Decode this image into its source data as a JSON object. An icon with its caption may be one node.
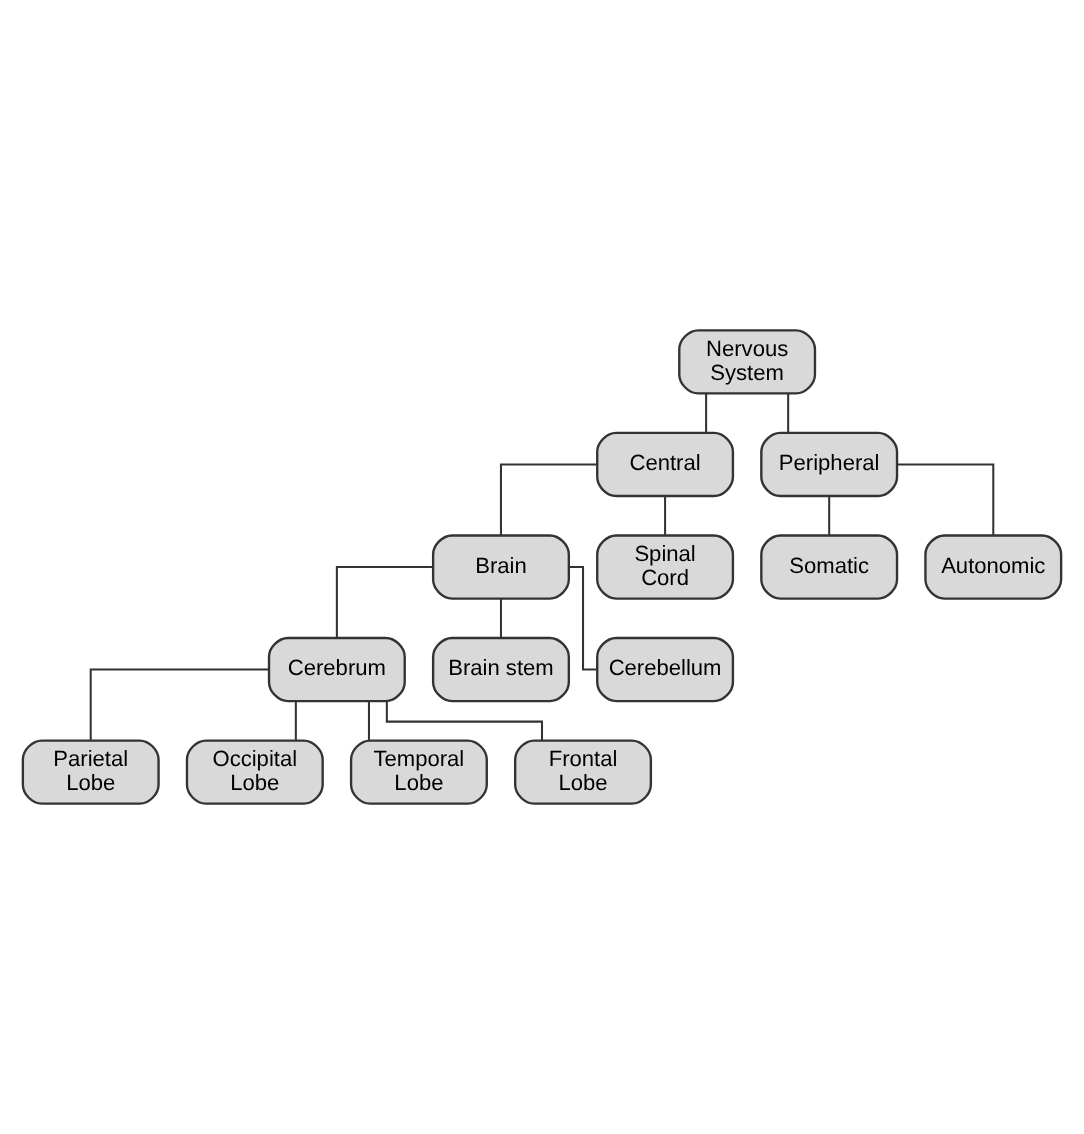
{
  "diagram": {
    "nodes": [
      {
        "text": [
          "Nervous System"
        ]
      },
      {
        "text": [
          "Central"
        ]
      },
      {
        "text": [
          "Peripheral"
        ]
      },
      {
        "text": [
          "Brain"
        ]
      },
      {
        "text": [
          "Spinal Cord"
        ]
      },
      {
        "text": [
          "Somatic"
        ]
      },
      {
        "text": [
          "Autonomic"
        ]
      },
      {
        "text": [
          "Cerebrum"
        ]
      },
      {
        "text": [
          "Parietal Lobe"
        ]
      },
      {
        "text": [
          "Occipital Lobe"
        ]
      },
      {
        "text": [
          "Temporal Lobe"
        ]
      },
      {
        "text": [
          "Frontal Lobe"
        ]
      },
      {
        "text": [
          "Brain stem"
        ]
      },
      {
        "text": [
          "Cerebellum"
        ]
      }
    ],
    "edges": [
      {
        "from": 0,
        "to": 1,
        "arrow": "none"
      },
      {
        "from": 0,
        "to": 2,
        "arrow": "none"
      },
      {
        "from": 1,
        "to": 3,
        "arrow": "none"
      },
      {
        "from": 1,
        "to": 4,
        "arrow": "none"
      },
      {
        "from": 2,
        "to": 5,
        "arrow": "none"
      },
      {
        "from": 2,
        "to": 6,
        "arrow": "none"
      },
      {
        "from": 3,
        "to": 7,
        "arrow": "none"
      },
      {
        "from": 7,
        "to": 8,
        "arrow": "none"
      },
      {
        "from": 7,
        "to": 9,
        "arrow": "none"
      },
      {
        "from": 7,
        "to": 10,
        "arrow": "none"
      },
      {
        "from": 7,
        "to": 11,
        "arrow": "none"
      },
      {
        "from": 3,
        "to": 12,
        "arrow": "none"
      },
      {
        "from": 3,
        "to": 13,
        "arrow": "none"
      }
    ]
  }
}
